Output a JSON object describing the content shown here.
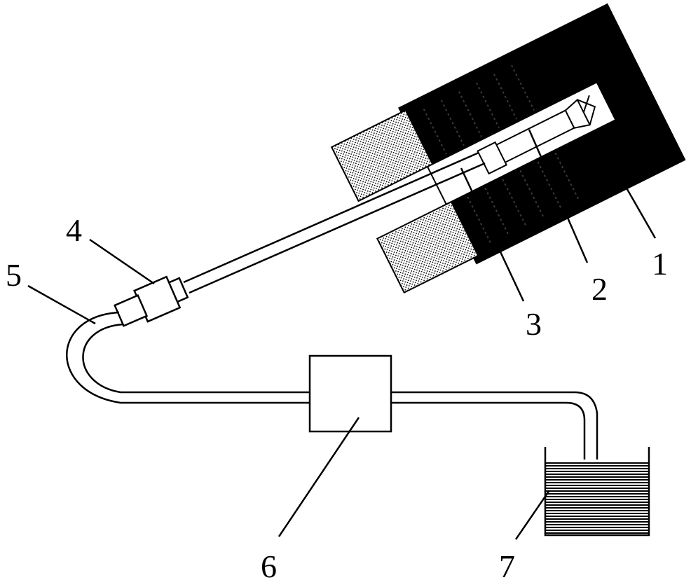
{
  "colors": {
    "ink": "#000000",
    "paper": "#ffffff",
    "stipple": "#9a9a9a"
  },
  "labels": {
    "part_1": "1",
    "part_2": "2",
    "part_3": "3",
    "part_4": "4",
    "part_5": "5",
    "part_6": "6",
    "part_7": "7"
  }
}
